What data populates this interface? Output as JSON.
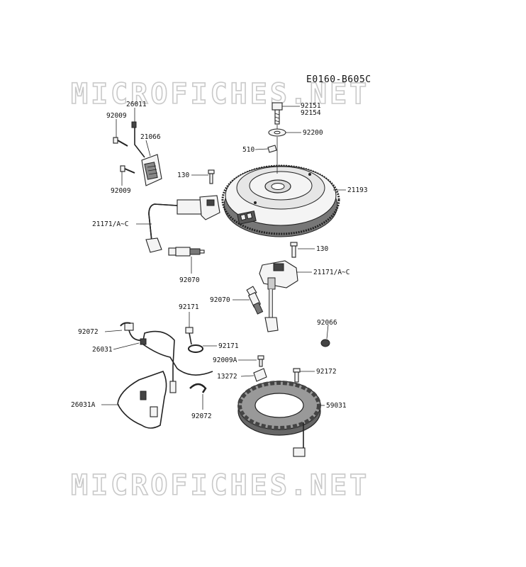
{
  "diagram": {
    "code": "E0160-B605C",
    "watermark": "MICROFICHES.NET",
    "labels": {
      "p92151": "92151",
      "p92154": "92154",
      "p92200": "92200",
      "p510": "510",
      "p26011": "26011",
      "p92009_top": "92009",
      "p21066": "21066",
      "p92009_low": "92009",
      "p130_left": "130",
      "p21193": "21193",
      "p21171_left": "21171/A~C",
      "p130_right": "130",
      "p21171_right": "21171/A~C",
      "p92070_left": "92070",
      "p92070_right": "92070",
      "p92171_top": "92171",
      "p92072_top": "92072",
      "p92066": "92066",
      "p92171_mid": "92171",
      "p26031": "26031",
      "p92009A": "92009A",
      "p92172": "92172",
      "p13272": "13272",
      "p26031A": "26031A",
      "p59031": "59031",
      "p92072_low": "92072"
    }
  }
}
